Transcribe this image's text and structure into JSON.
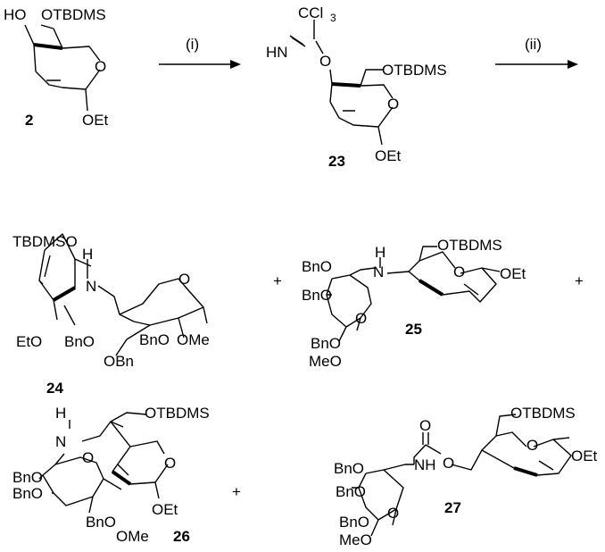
{
  "arrows": [
    {
      "label": "(i)"
    },
    {
      "label": "(ii)"
    }
  ],
  "compounds": {
    "c2": {
      "number": "2",
      "labels": [
        "HO",
        "OTBDMS",
        "O",
        "OEt"
      ]
    },
    "c23": {
      "number": "23",
      "labels": [
        "CCl",
        "3",
        "HN",
        "O",
        "OTBDMS",
        "O",
        "OEt"
      ]
    },
    "c24": {
      "number": "24",
      "labels": [
        "TBDMSO",
        "H",
        "N",
        "O",
        "EtO",
        "BnO",
        "BnO",
        "OMe",
        "OBn",
        "O"
      ]
    },
    "c25": {
      "number": "25",
      "labels": [
        "BnO",
        "BnO",
        "H",
        "N",
        "OTBDMS",
        "O",
        "OEt",
        "O",
        "BnO",
        "MeO"
      ]
    },
    "c26": {
      "number": "26",
      "labels": [
        "H",
        "N",
        "OTBDMS",
        "O",
        "BnO",
        "BnO",
        "O",
        "OEt",
        "BnO",
        "OMe"
      ]
    },
    "c27": {
      "number": "27",
      "labels": [
        "O",
        "O",
        "OTBDMS",
        "O",
        "OEt",
        "BnO",
        "BnO",
        "NH",
        "O",
        "BnO",
        "MeO"
      ]
    }
  },
  "plus_signs": [
    "+",
    "+",
    "+"
  ]
}
